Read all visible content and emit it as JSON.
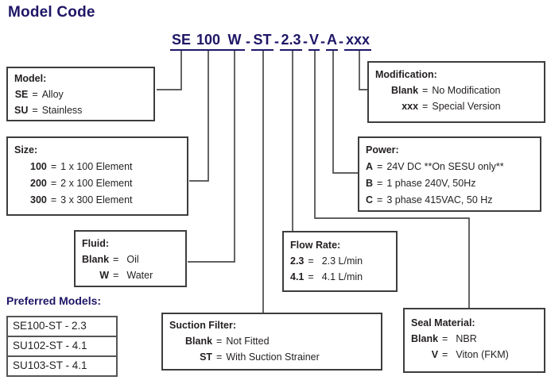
{
  "page": {
    "title": "Model Code"
  },
  "glyphs": {
    "equals": "="
  },
  "model_code": {
    "full": "SE100W-ST-2.3-V-A-xxx",
    "segments": [
      {
        "text": "SE",
        "underline": true
      },
      {
        "text": "100",
        "underline": true
      },
      {
        "text": "W",
        "underline": true
      },
      {
        "text": "-",
        "underline": false
      },
      {
        "text": "ST",
        "underline": true
      },
      {
        "text": "-",
        "underline": false
      },
      {
        "text": "2.3",
        "underline": true
      },
      {
        "text": "-",
        "underline": false
      },
      {
        "text": "V",
        "underline": true
      },
      {
        "text": "-",
        "underline": false
      },
      {
        "text": "A",
        "underline": true
      },
      {
        "text": "-",
        "underline": false
      },
      {
        "text": "xxx",
        "underline": true
      }
    ]
  },
  "boxes": {
    "model": {
      "title": "Model:",
      "rows": [
        {
          "key": "SE",
          "value": "Alloy"
        },
        {
          "key": "SU",
          "value": "Stainless"
        }
      ]
    },
    "size": {
      "title": "Size:",
      "rows": [
        {
          "key": "100",
          "value": "1 x 100 Element"
        },
        {
          "key": "200",
          "value": "2 x 100 Element"
        },
        {
          "key": "300",
          "value": "3 x 300 Element"
        }
      ]
    },
    "fluid": {
      "title": "Fluid:",
      "rows": [
        {
          "key": "Blank",
          "value": "Oil"
        },
        {
          "key": "W",
          "value": "Water"
        }
      ]
    },
    "flow_rate": {
      "title": "Flow Rate:",
      "rows": [
        {
          "key": "2.3",
          "value": "2.3 L/min"
        },
        {
          "key": "4.1",
          "value": "4.1 L/min"
        }
      ]
    },
    "modification": {
      "title": "Modification:",
      "rows": [
        {
          "key": "Blank",
          "value": "No Modification"
        },
        {
          "key": "xxx",
          "value": "Special Version"
        }
      ]
    },
    "power": {
      "title": "Power:",
      "rows": [
        {
          "key": "A",
          "value": "24V DC **On SESU only**"
        },
        {
          "key": "B",
          "value": "1 phase 240V, 50Hz"
        },
        {
          "key": "C",
          "value": "3 phase 415VAC, 50 Hz"
        }
      ]
    },
    "suction_filter": {
      "title": "Suction Filter:",
      "rows": [
        {
          "key": "Blank",
          "value": "Not Fitted"
        },
        {
          "key": "ST",
          "value": "With Suction Strainer"
        }
      ]
    },
    "seal_material": {
      "title": "Seal Material:",
      "rows": [
        {
          "key": "Blank",
          "value": "NBR"
        },
        {
          "key": "V",
          "value": "Viton (FKM)"
        }
      ]
    }
  },
  "preferred_models": {
    "title": "Preferred Models:",
    "items": [
      "SE100-ST - 2.3",
      "SU102-ST - 4.1",
      "SU103-ST - 4.1"
    ]
  },
  "colors": {
    "navy": "#1e1666",
    "box_border": "#3d3d3d",
    "connector_line": "#4a4a4a",
    "text": "#231f20"
  }
}
